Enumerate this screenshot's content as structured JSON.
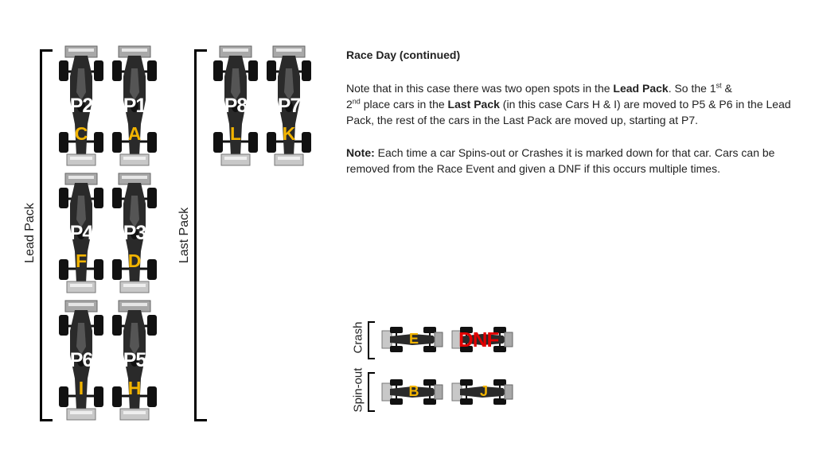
{
  "groups": {
    "lead_label": "Lead Pack",
    "last_label": "Last Pack"
  },
  "lead_pack": [
    {
      "pos": "P2",
      "car": "C"
    },
    {
      "pos": "P1",
      "car": "A"
    },
    {
      "pos": "P4",
      "car": "F"
    },
    {
      "pos": "P3",
      "car": "D"
    },
    {
      "pos": "P6",
      "car": "I"
    },
    {
      "pos": "P5",
      "car": "H"
    }
  ],
  "last_pack": [
    {
      "pos": "P8",
      "car": "L"
    },
    {
      "pos": "P7",
      "car": "K"
    }
  ],
  "text": {
    "title": "Race Day (continued)",
    "p1_a": "Note that in this case there was two open spots in the ",
    "p1_b": "Lead Pack",
    "p1_c": ".  So the 1",
    "p1_sup1": "st",
    "p1_d": " & ",
    "p1_e": "2",
    "p1_sup2": "nd",
    "p1_f": " place cars in the ",
    "p1_g": "Last Pack",
    "p1_h": " (in this case Cars H & I) are moved to P5 & P6 in the Lead Pack, the rest of the cars in the Last Pack are moved up, starting at P7.",
    "p2_a": "Note:",
    "p2_b": "  Each time a car Spins-out or Crashes it is marked down for that car.  Cars can be removed from the Race Event and given a DNF if this occurs multiple times."
  },
  "incidents": {
    "crash_label": "Crash",
    "spin_label": "Spin-out",
    "crash_cars": [
      "E"
    ],
    "crash_dnf": "DNF",
    "spin_cars": [
      "B",
      "J"
    ]
  },
  "colors": {
    "position_text": "#ffffff",
    "car_letter": "#f2b400",
    "dnf": "#e00000",
    "car_body": "#2a2a2a"
  }
}
